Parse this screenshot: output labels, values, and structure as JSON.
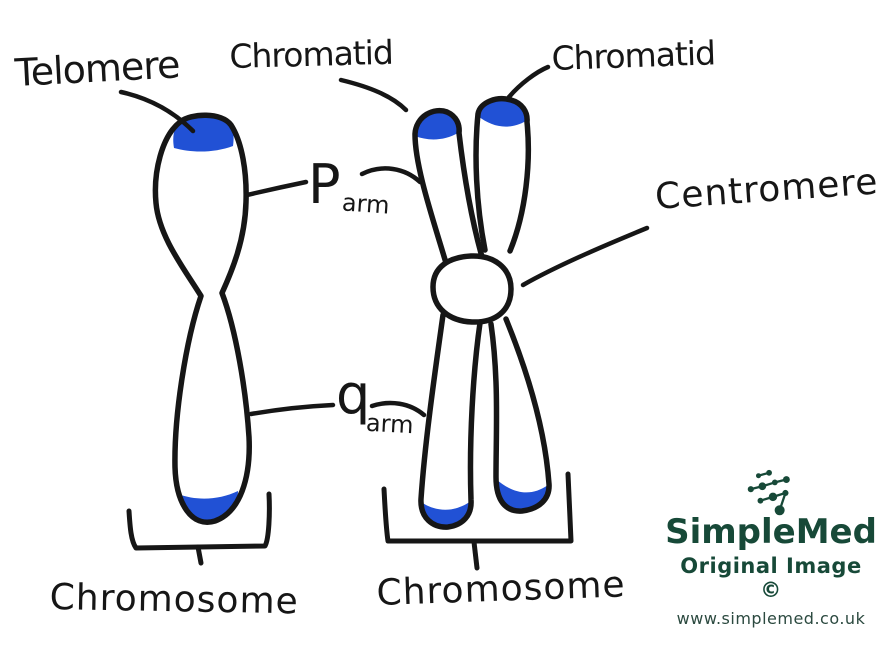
{
  "diagram": {
    "labels": {
      "telomere": "Telomere",
      "chromatid_left": "Chromatid",
      "chromatid_right": "Chromatid",
      "centromere": "Centromere",
      "p_arm_letter": "P",
      "p_arm_sub": "arm",
      "q_arm_letter": "q",
      "q_arm_sub": "arm",
      "chromosome_left": "Chromosome",
      "chromosome_right": "Chromosome"
    },
    "colors": {
      "ink": "#161616",
      "telomere_fill": "#2151d5",
      "background": "#ffffff"
    }
  },
  "watermark": {
    "brand": "SimpleMed",
    "caption": "Original Image ©",
    "url": "www.simplemed.co.uk",
    "color": "#174938"
  }
}
